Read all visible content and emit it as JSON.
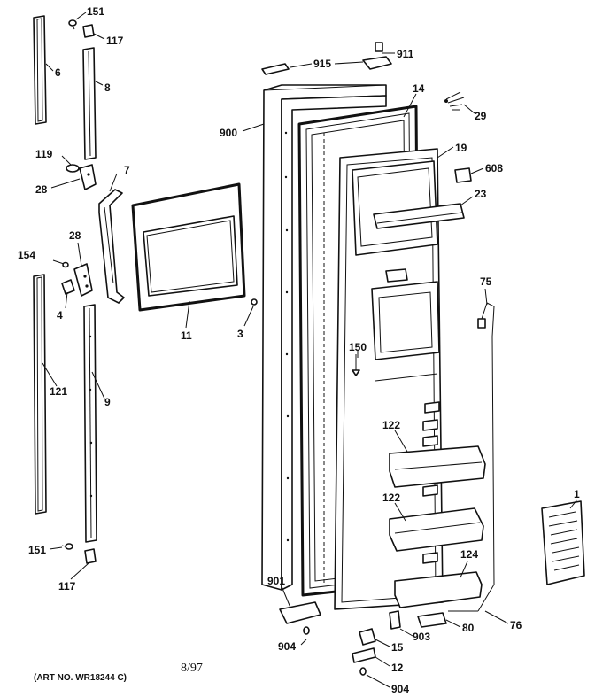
{
  "callouts": {
    "c151a": "151",
    "c117a": "117",
    "c6": "6",
    "c8": "8",
    "c119": "119",
    "c28a": "28",
    "c7": "7",
    "c28b": "28",
    "c154": "154",
    "c4": "4",
    "c121": "121",
    "c9": "9",
    "c151b": "151",
    "c117b": "117",
    "c11": "11",
    "c3": "3",
    "c900": "900",
    "c915": "915",
    "c911": "911",
    "c14": "14",
    "c29": "29",
    "c19": "19",
    "c608": "608",
    "c23": "23",
    "c75": "75",
    "c150": "150",
    "c122a": "122",
    "c122b": "122",
    "c124": "124",
    "c1": "1",
    "c901": "901",
    "c904a": "904",
    "c15": "15",
    "c903": "903",
    "c80": "80",
    "c76": "76",
    "c12": "12",
    "c904b": "904"
  },
  "footer": {
    "art_no": "(ART NO. WR18244 C)",
    "date": "8/97"
  }
}
